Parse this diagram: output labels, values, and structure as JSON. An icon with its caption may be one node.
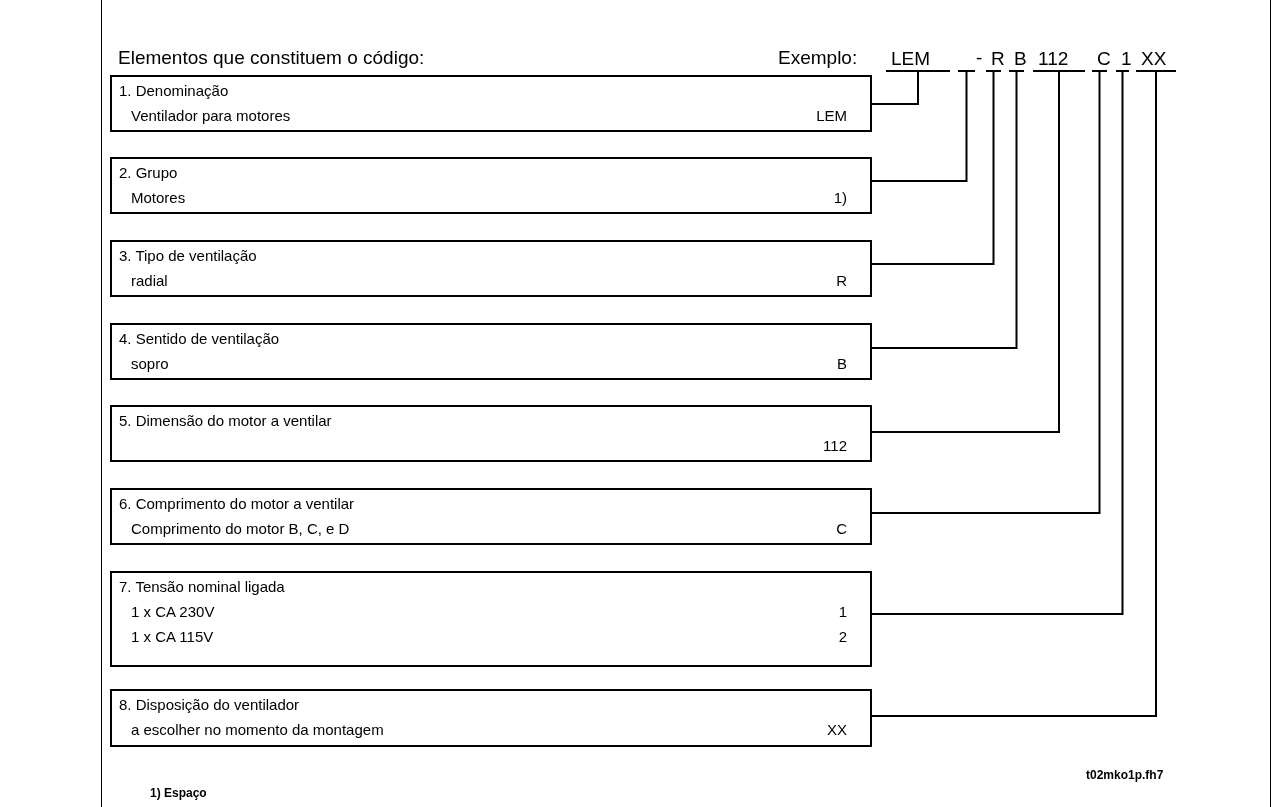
{
  "diagram": {
    "nodes": [
      {
        "text": [
          "1. Denominação",
          "Ventilador para motores",
          "LEM"
        ]
      },
      {
        "text": [
          "2. Grupo",
          "Motores",
          "1)"
        ]
      },
      {
        "text": [
          "3. Tipo de ventilação",
          "radial",
          "R"
        ]
      },
      {
        "text": [
          "4. Sentido de ventilação",
          "sopro",
          "B"
        ]
      },
      {
        "text": [
          "5. Dimensão do motor a ventilar",
          "112"
        ]
      },
      {
        "text": [
          "6. Comprimento do motor a ventilar",
          "Comprimento do motor B, C, e D",
          "C"
        ]
      },
      {
        "text": [
          "7. Tensão nominal ligada",
          "1 x CA 230V",
          "1",
          "1 x CA 115V",
          "2"
        ]
      },
      {
        "text": [
          "8. Disposição do ventilador",
          "a escolher no momento da montagem",
          "XX"
        ]
      },
      {
        "text": [
          "LEM"
        ]
      },
      {
        "text": [],
        "shape": "bar"
      },
      {
        "text": [
          "R"
        ]
      },
      {
        "text": [
          "B"
        ]
      },
      {
        "text": [
          "112"
        ]
      },
      {
        "text": [
          "C"
        ]
      },
      {
        "text": [
          "1"
        ]
      },
      {
        "text": [
          "XX"
        ]
      }
    ],
    "edges": [
      {
        "from": 0,
        "to": 8,
        "arrow": "none"
      },
      {
        "from": 1,
        "to": 9,
        "arrow": "none"
      },
      {
        "from": 2,
        "to": 10,
        "arrow": "none"
      },
      {
        "from": 3,
        "to": 11,
        "arrow": "none"
      },
      {
        "from": 4,
        "to": 12,
        "arrow": "none"
      },
      {
        "from": 5,
        "to": 13,
        "arrow": "none"
      },
      {
        "from": 6,
        "to": 14,
        "arrow": "none"
      },
      {
        "from": 7,
        "to": 15,
        "arrow": "none"
      }
    ],
    "labels": [
      "Elementos que constituem o código:",
      "Exemplo:",
      "-",
      "1) Espaço",
      "t02mko1p.fh7"
    ]
  }
}
